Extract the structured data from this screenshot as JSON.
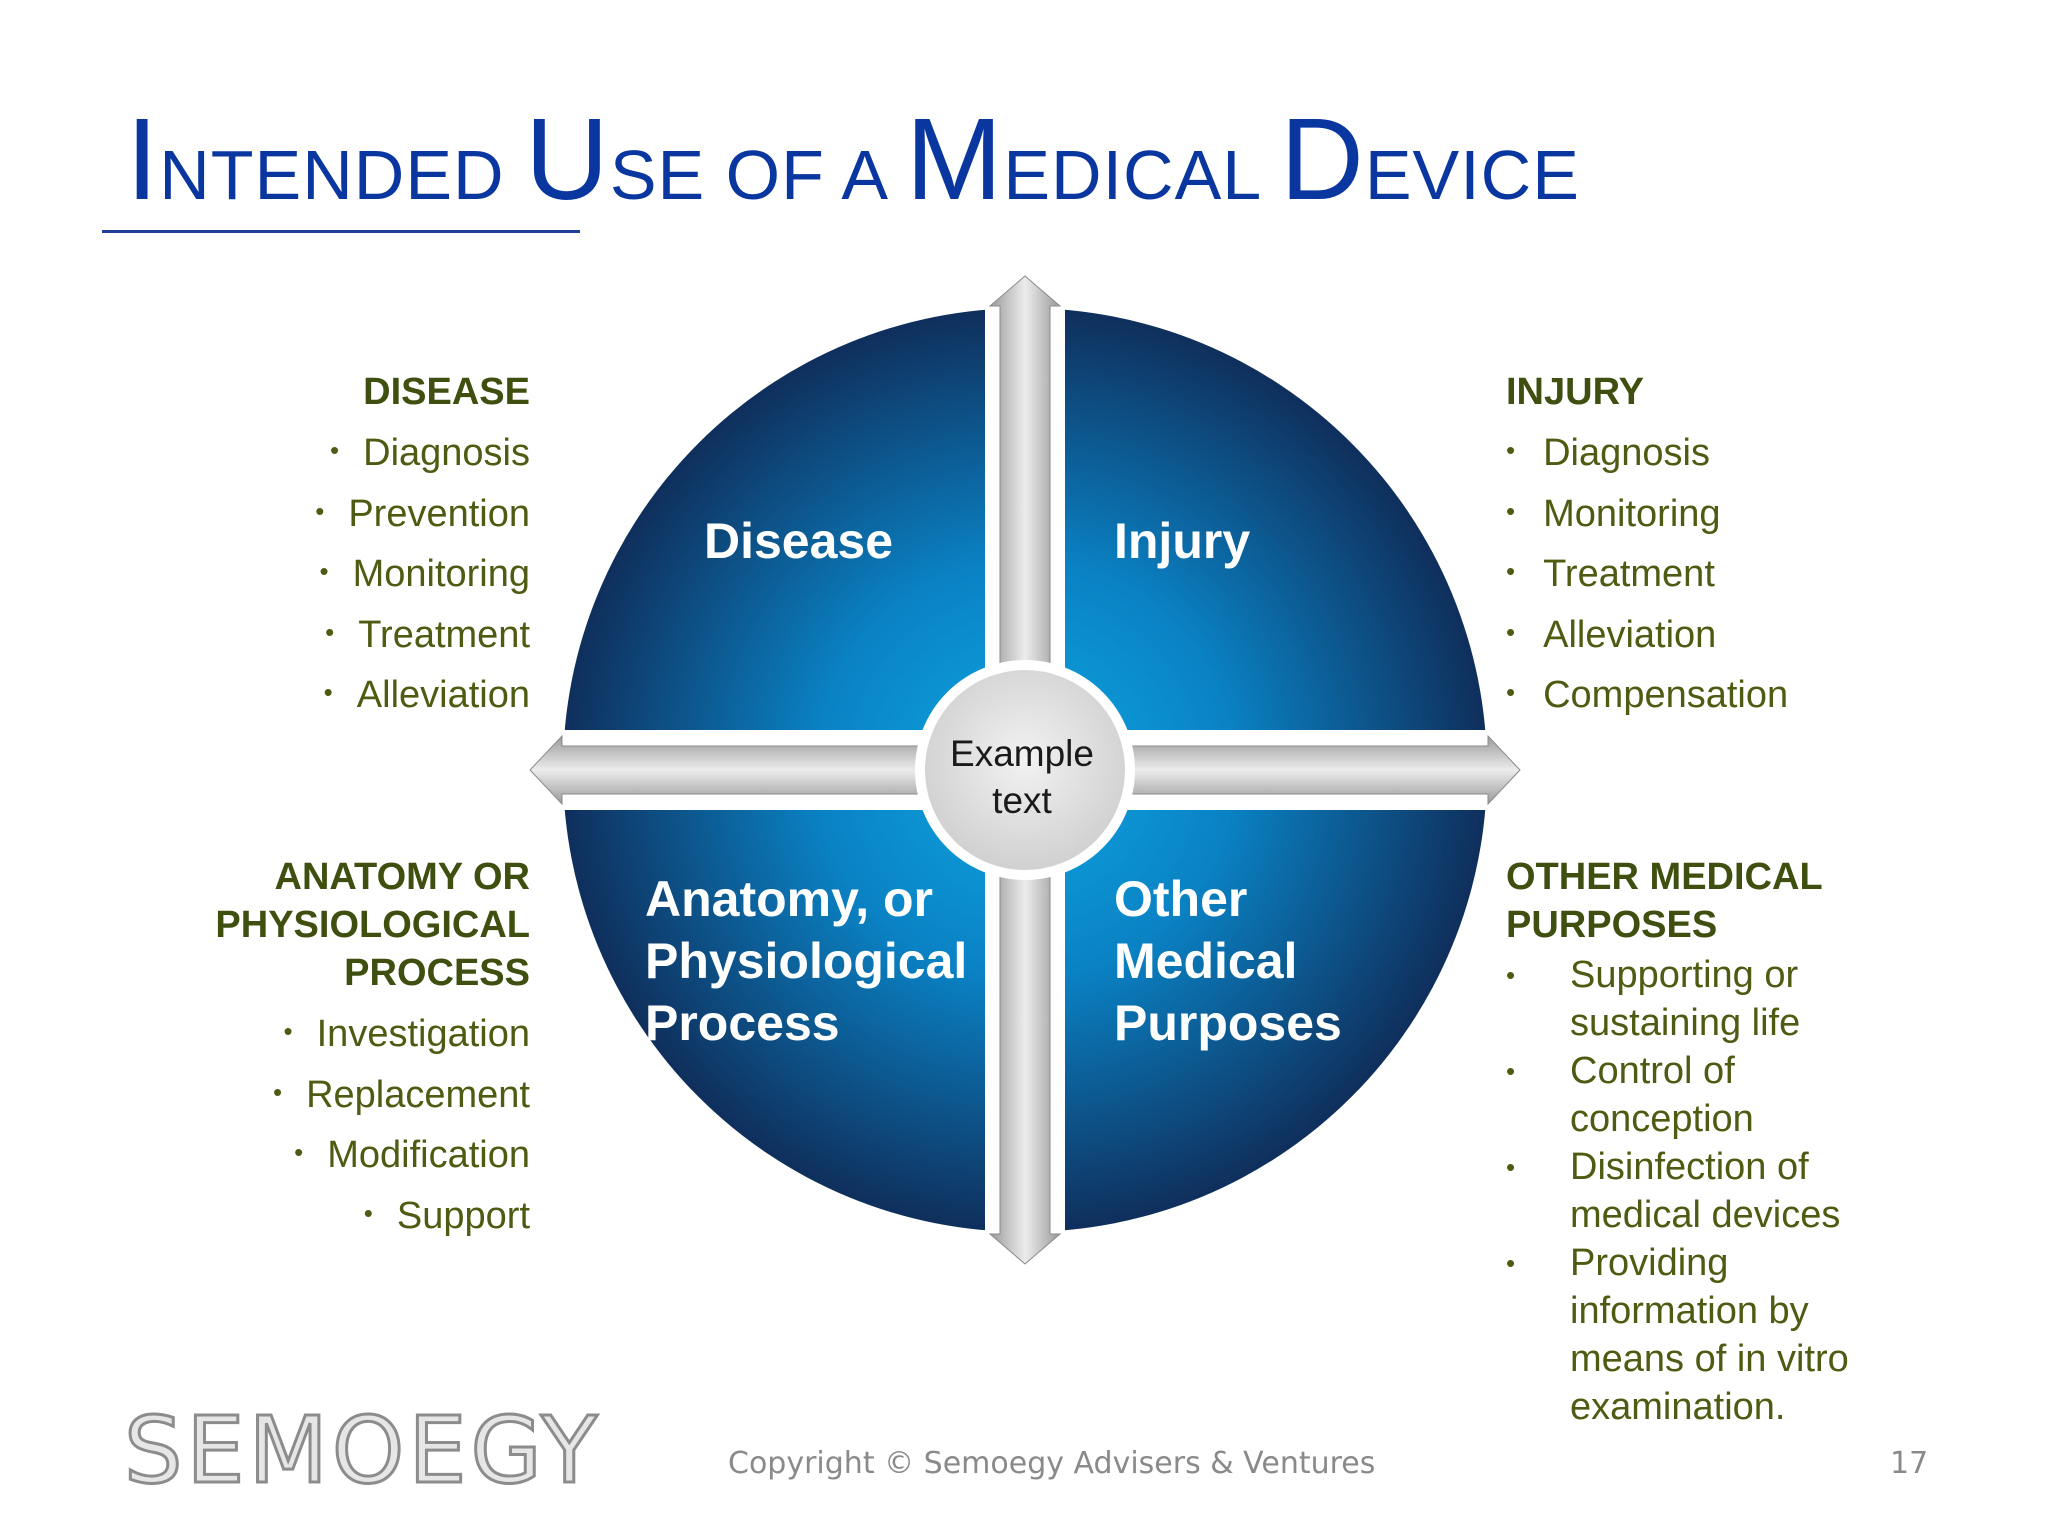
{
  "title": {
    "parts": [
      {
        "cap": "I",
        "rest": "NTENDED "
      },
      {
        "cap": "U",
        "rest": "SE OF A "
      },
      {
        "cap": "M",
        "rest": "EDICAL "
      },
      {
        "cap": "D",
        "rest": "EVICE"
      }
    ]
  },
  "diagram": {
    "quadrants": {
      "top_left": "Disease",
      "top_right": "Injury",
      "bottom_left": [
        "Anatomy, or",
        "Physiological",
        "Process"
      ],
      "bottom_right": [
        "Other",
        "Medical",
        "Purposes"
      ]
    },
    "center": [
      "Example",
      "text"
    ],
    "colors": {
      "disk_light": "#0ea6e2",
      "disk_dark": "#0f2f5c",
      "arrow": "#c8c8c8"
    }
  },
  "disease": {
    "heading": "DISEASE",
    "items": [
      "Diagnosis",
      "Prevention",
      "Monitoring",
      "Treatment",
      "Alleviation"
    ]
  },
  "injury": {
    "heading": "INJURY",
    "items": [
      "Diagnosis",
      "Monitoring",
      "Treatment",
      "Alleviation",
      "Compensation"
    ]
  },
  "anatomy": {
    "heading": [
      "ANATOMY OR",
      "PHYSIOLOGICAL",
      "PROCESS"
    ],
    "items": [
      "Investigation",
      "Replacement",
      "Modification",
      "Support"
    ]
  },
  "other": {
    "heading": [
      "OTHER MEDICAL",
      "PURPOSES"
    ],
    "items": [
      "Supporting or sustaining life",
      "Control of conception",
      "Disinfection of medical devices",
      "Providing information by means of in vitro examination."
    ]
  },
  "bullet": "•",
  "footer": {
    "logo": "SEMOEGY",
    "copyright": "Copyright © Semoegy Advisers & Ventures",
    "page": "17"
  },
  "text_color": "#4d5c12",
  "title_color": "#0a36a0"
}
